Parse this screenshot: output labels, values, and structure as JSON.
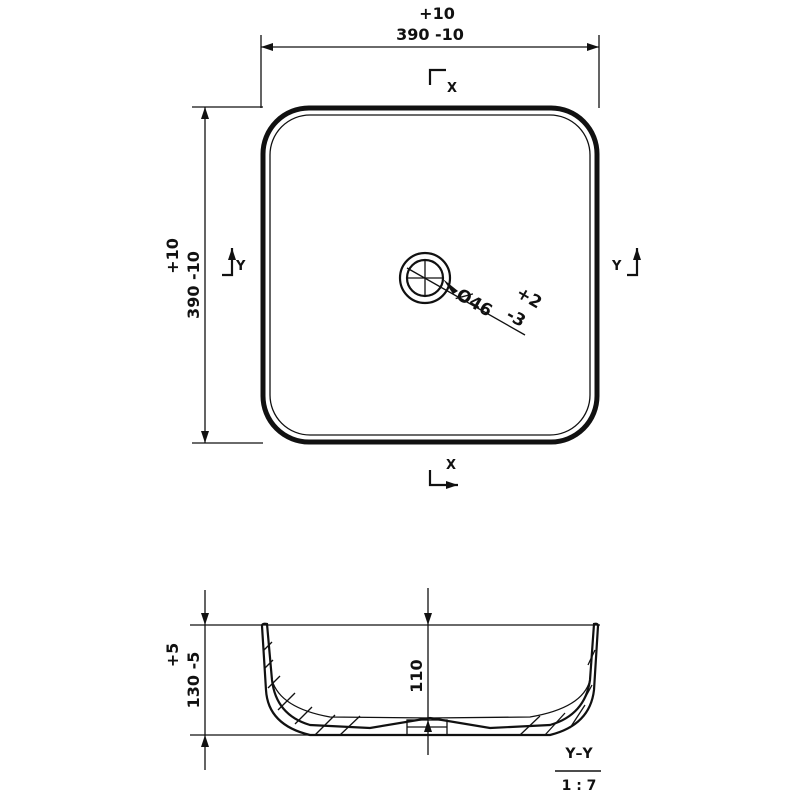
{
  "top_view": {
    "width_tol_plus": "+10",
    "width_label": "390 -10",
    "depth_tol_plus": "+10",
    "depth_label": "390 -10",
    "section_x_top": "X",
    "section_x_bottom": "X",
    "section_y_left": "Y",
    "section_y_right": "Y",
    "drain_label": "Ø46",
    "drain_tol_plus": "+2",
    "drain_tol_minus": "-3"
  },
  "side_view": {
    "height_tol_plus": "+5",
    "height_label": "130 -5",
    "inner_depth_label": "110",
    "section_name": "Y–Y",
    "scale": "1 : 7"
  },
  "colors": {
    "line": "#111111",
    "background": "#ffffff"
  }
}
